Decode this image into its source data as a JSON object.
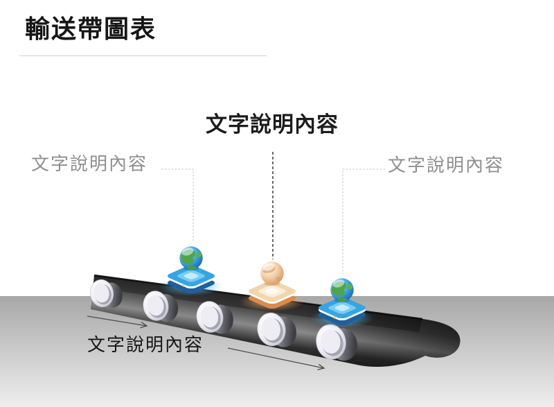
{
  "slide": {
    "title": "輸送帶圖表",
    "callouts": {
      "top": "文字說明內容",
      "left": "文字說明內容",
      "right": "文字說明內容",
      "bottom": "文字說明內容"
    },
    "diagram": {
      "type": "conveyor-belt",
      "item_count": 3,
      "roller_count": 5,
      "items": [
        {
          "name": "blue-box-with-earth-globe",
          "position": "left"
        },
        {
          "name": "orange-box-with-tan-globe",
          "position": "center"
        },
        {
          "name": "blue-box-with-earth-globe",
          "position": "right"
        }
      ]
    },
    "colors": {
      "background": "#ffffff",
      "title_text": "#161616",
      "title_rule": "#cfcfcf",
      "callout_gray_text": "#8f8f8f",
      "callout_dark_text": "#1c1c1c",
      "ground_top": "#aaaaaa",
      "ground_bottom": "#eeeeee",
      "belt_dark": "#141414",
      "belt_sheen": "#8a8a8a",
      "roller_face": "#f4f4f8",
      "box_blue_top": "#36a5e4",
      "box_blue_side": "#1f5fa0",
      "box_orange_top": "#f7e3c8",
      "box_orange_side": "#d88c4d",
      "globe_ocean": "#2a84cc",
      "globe_land": "#4ea64b",
      "globe_tan": "#eec49a",
      "connector_light": "#c6c6c6",
      "connector_dark": "#4f4f4f",
      "arrow": "#4a4a4a"
    }
  }
}
